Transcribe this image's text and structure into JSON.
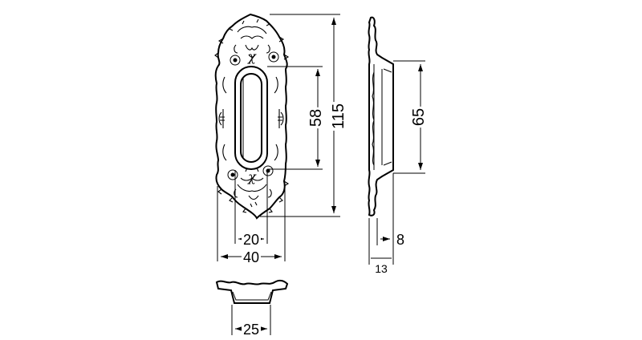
{
  "dimensions": {
    "height_total": "115",
    "recess_length": "58",
    "recess_width": "20",
    "plate_width": "40",
    "side_recess_length": "65",
    "side_depth_inner": "8",
    "side_depth_total": "13",
    "section_width": "25"
  },
  "views": {
    "front": "front-view",
    "side": "side-view",
    "section": "section-view"
  }
}
